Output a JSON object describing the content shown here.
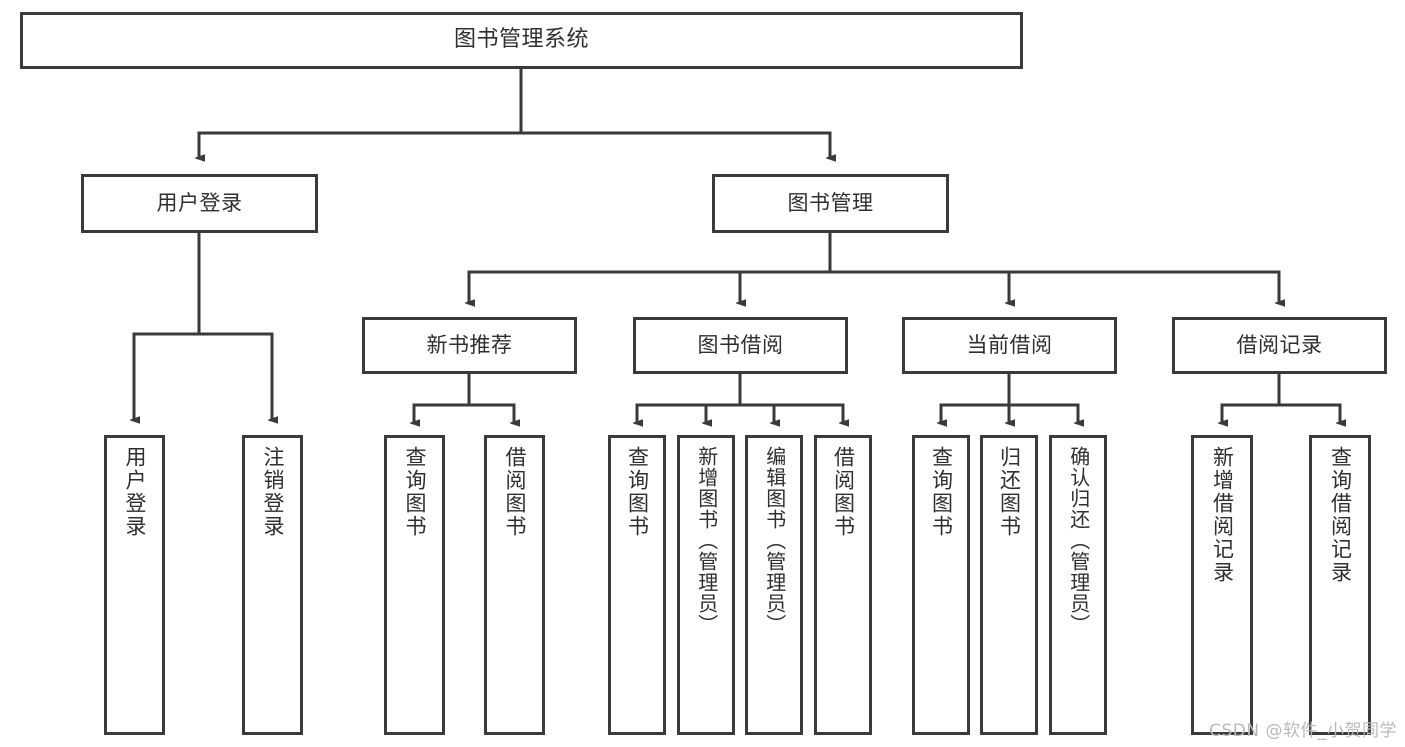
{
  "diagram": {
    "title": "图书管理系统",
    "type": "tree",
    "watermark": "CSDN @软件_小贺同学",
    "colors": {
      "border": "#3a3a3a",
      "background": "#ffffff",
      "text": "#2f2f2f",
      "watermark": "#b9b9b9"
    },
    "root": {
      "label": "图书管理系统"
    },
    "level2": [
      {
        "label": "用户登录"
      },
      {
        "label": "图书管理"
      }
    ],
    "level3": [
      {
        "label": "新书推荐"
      },
      {
        "label": "图书借阅"
      },
      {
        "label": "当前借阅"
      },
      {
        "label": "借阅记录"
      }
    ],
    "leaves": {
      "user_login": [
        {
          "label": "用户登录"
        },
        {
          "label": "注销登录"
        }
      ],
      "new_book": [
        {
          "label": "查询图书"
        },
        {
          "label": "借阅图书"
        }
      ],
      "book_borrow": [
        {
          "label": "查询图书"
        },
        {
          "label": "新增图书（管理员）"
        },
        {
          "label": "编辑图书（管理员）"
        },
        {
          "label": "借阅图书"
        }
      ],
      "current_borrow": [
        {
          "label": "查询图书"
        },
        {
          "label": "归还图书"
        },
        {
          "label": "确认归还（管理员）"
        }
      ],
      "borrow_record": [
        {
          "label": "新增借阅记录"
        },
        {
          "label": "查询借阅记录"
        }
      ]
    }
  }
}
